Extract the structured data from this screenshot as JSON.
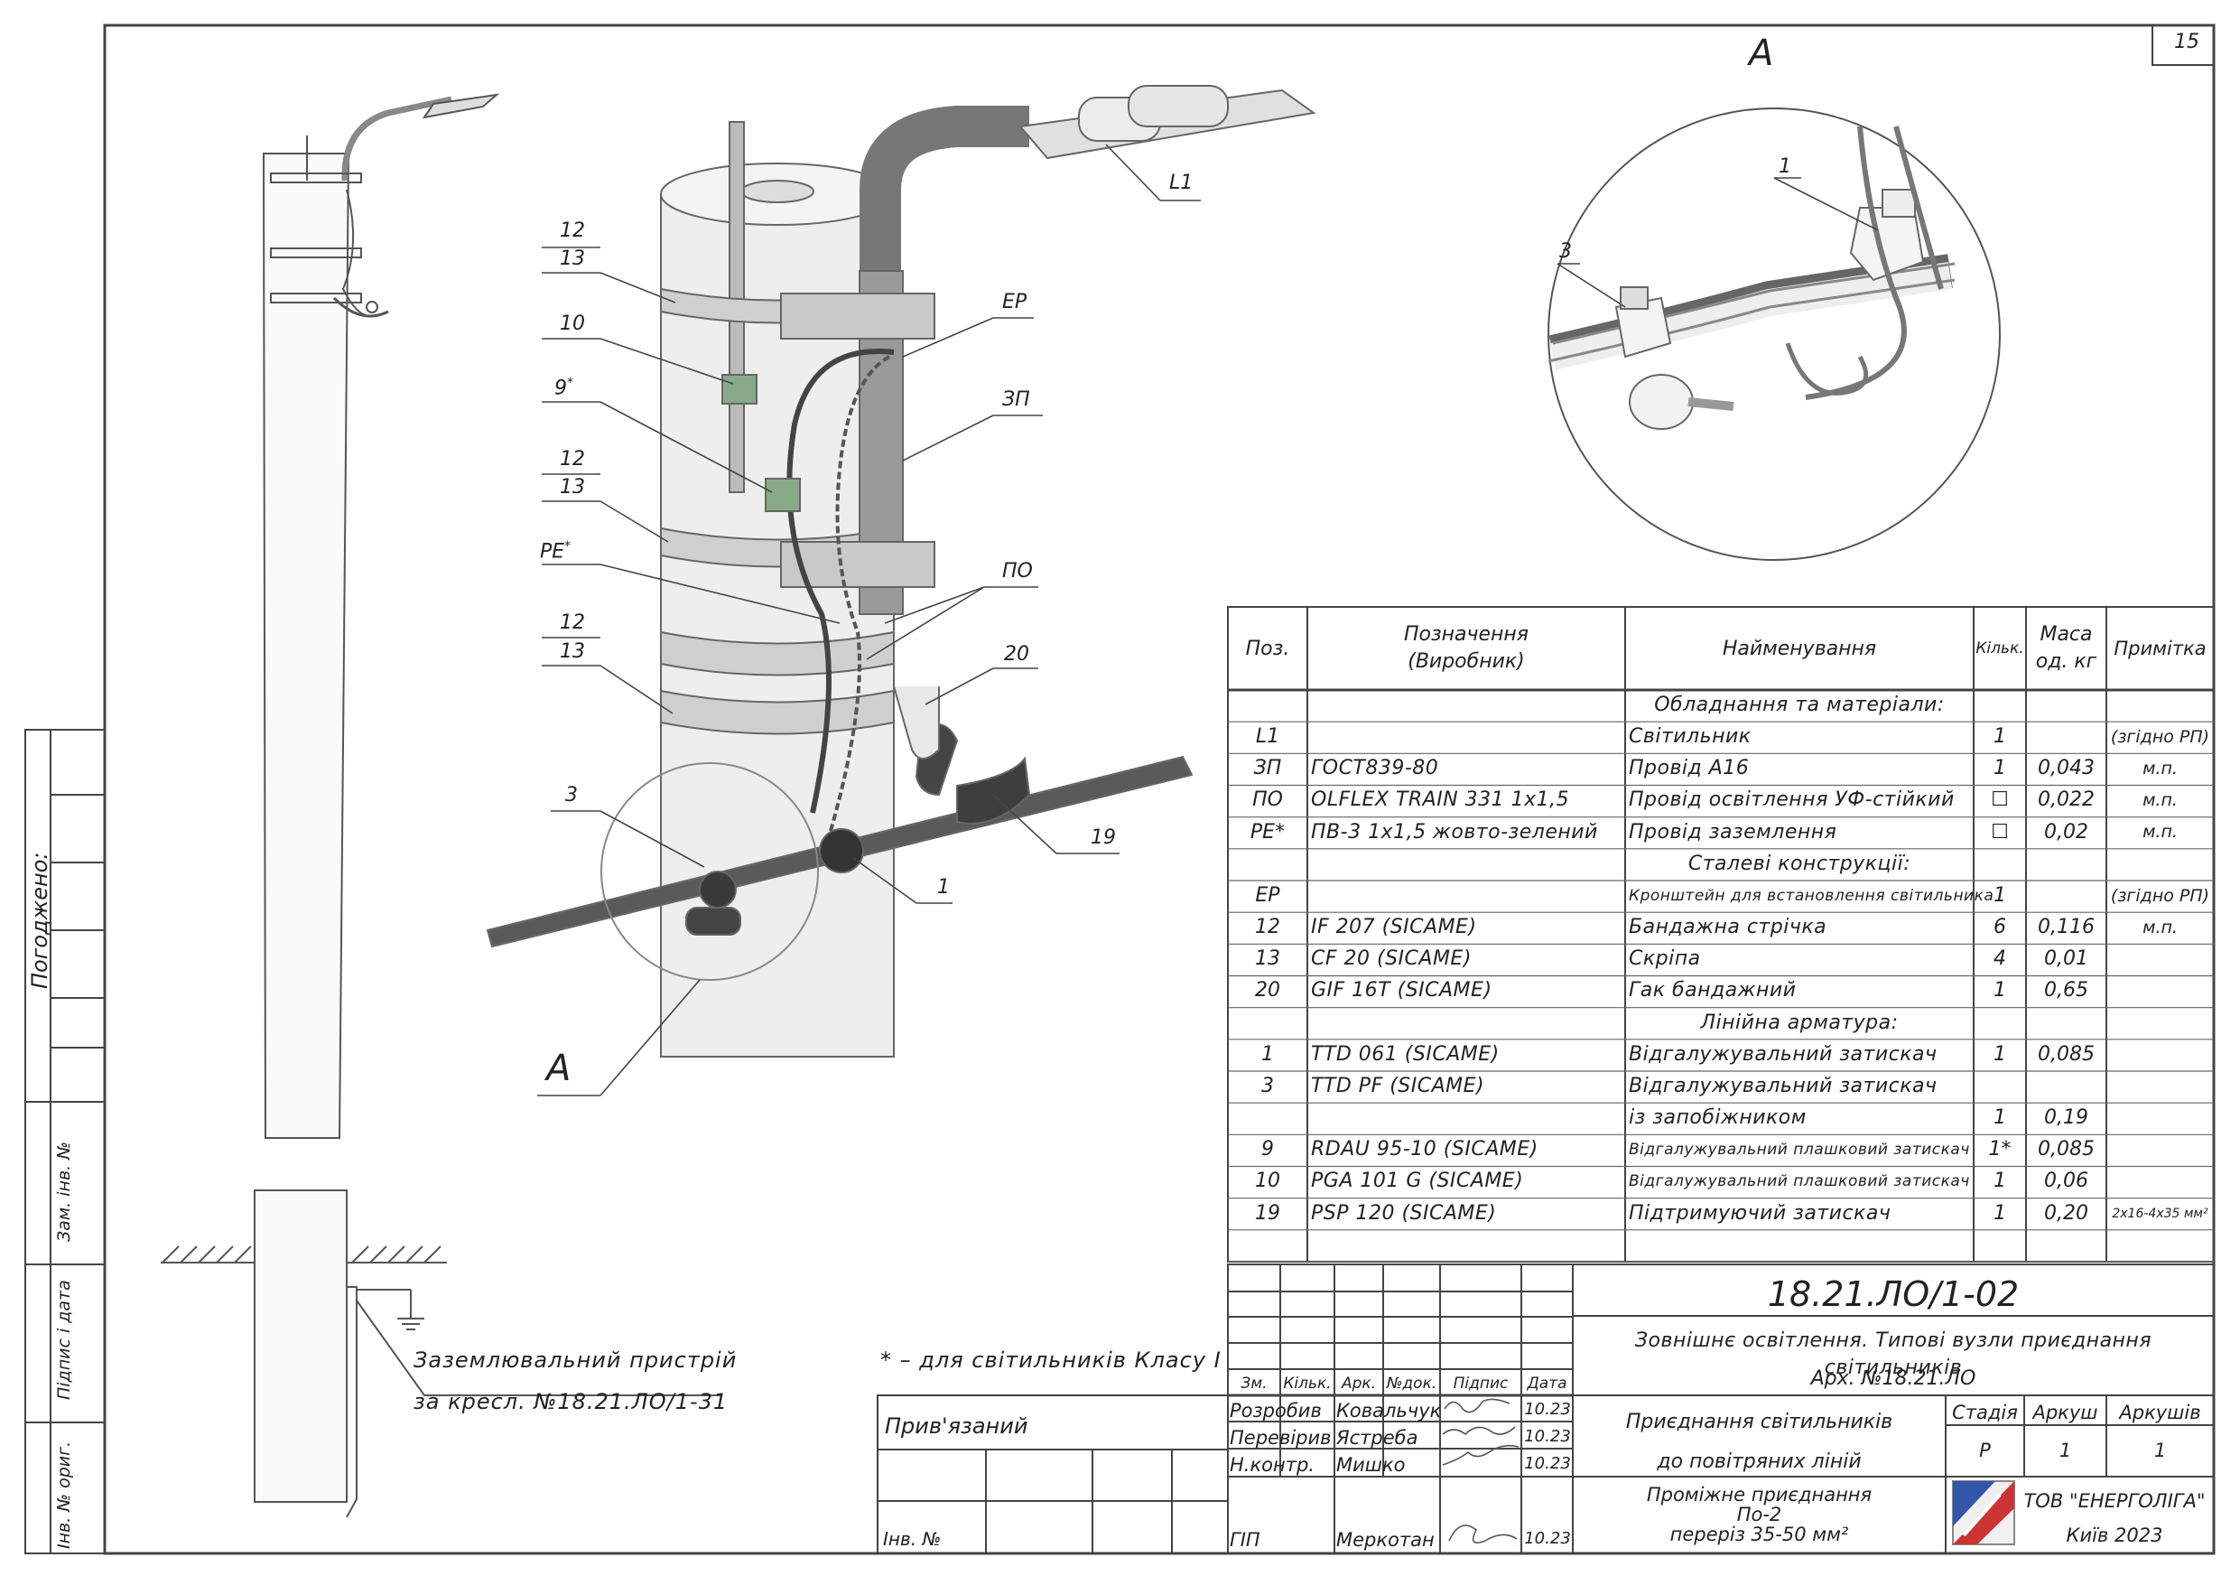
{
  "sheet_number": "15",
  "detail_label": "A",
  "callouts": {
    "l1": "L1",
    "ep": "EP",
    "zp": "ЗП",
    "po": "ПО",
    "c20": "20",
    "c19": "19",
    "c1": "1",
    "c3": "3",
    "c10": "10",
    "c9": "9",
    "pe": "PE",
    "c12a": "12",
    "c13a": "13",
    "c12b": "12",
    "c13b": "13",
    "c12c": "12",
    "c13c": "13",
    "a_label": "A",
    "detail_1": "1",
    "detail_3": "3",
    "star": "*"
  },
  "ground_note": {
    "line1": "Заземлювальний пристрій",
    "line2": "за кресл. №18.21.ЛО/1-31"
  },
  "class_note": "* – для світильників Класу І",
  "side_stamp": {
    "agreed": "Погоджено:",
    "replace": "Зам. інв. №",
    "sign": "Підпис і дата",
    "orig": "Інв. № ориг."
  },
  "spec": {
    "headers": {
      "pos": "Поз.",
      "desig1": "Позначення",
      "desig2": "(Виробник)",
      "name": "Найменування",
      "qty": "Кільк.",
      "mass1": "Маса",
      "mass2": "од. кг",
      "note": "Примітка"
    },
    "rows": [
      {
        "pos": "",
        "desig": "",
        "name": "Обладнання та матеріали:",
        "qty": "",
        "mass": "",
        "note": "",
        "section": true
      },
      {
        "pos": "L1",
        "desig": "",
        "name": "Світильник",
        "qty": "1",
        "mass": "",
        "note": "(згідно РП)"
      },
      {
        "pos": "ЗП",
        "desig": "ГОСТ839-80",
        "name": "Провід А16",
        "qty": "1",
        "mass": "0,043",
        "note": "м.п."
      },
      {
        "pos": "ПО",
        "desig": "OLFLEX TRAIN 331 1x1,5",
        "name": "Провід освітлення УФ-стійкий",
        "qty": "☐",
        "mass": "0,022",
        "note": "м.п."
      },
      {
        "pos": "PE*",
        "desig": "ПВ-3 1х1,5 жовто-зелений",
        "name": "Провід заземлення",
        "qty": "☐",
        "mass": "0,02",
        "note": "м.п."
      },
      {
        "pos": "",
        "desig": "",
        "name": "Сталеві конструкції:",
        "qty": "",
        "mass": "",
        "note": "",
        "section": true
      },
      {
        "pos": "EP",
        "desig": "",
        "name": "Кронштейн для встановлення світильника",
        "qty": "1",
        "mass": "",
        "note": "(згідно РП)",
        "small": true
      },
      {
        "pos": "12",
        "desig": "IF 207   (SICAME)",
        "name": "Бандажна стрічка",
        "qty": "6",
        "mass": "0,116",
        "note": "м.п."
      },
      {
        "pos": "13",
        "desig": "CF 20   (SICAME)",
        "name": "Скріпа",
        "qty": "4",
        "mass": "0,01",
        "note": ""
      },
      {
        "pos": "20",
        "desig": "GIF 16T   (SICAME)",
        "name": "Гак бандажний",
        "qty": "1",
        "mass": "0,65",
        "note": ""
      },
      {
        "pos": "",
        "desig": "",
        "name": "Лінійна арматура:",
        "qty": "",
        "mass": "",
        "note": "",
        "section": true
      },
      {
        "pos": "1",
        "desig": "TTD 061   (SICAME)",
        "name": "Відгалужувальний затискач",
        "qty": "1",
        "mass": "0,085",
        "note": ""
      },
      {
        "pos": "3",
        "desig": "TTD PF   (SICAME)",
        "name": "Відгалужувальний затискач",
        "qty": "",
        "mass": "",
        "note": ""
      },
      {
        "pos": "",
        "desig": "",
        "name": "із запобіжником",
        "qty": "1",
        "mass": "0,19",
        "note": ""
      },
      {
        "pos": "9",
        "desig": "RDAU 95-10   (SICAME)",
        "name": "Відгалужувальний плашковий затискач",
        "qty": "1*",
        "mass": "0,085",
        "note": "",
        "small": true
      },
      {
        "pos": "10",
        "desig": "PGA 101 G   (SICAME)",
        "name": "Відгалужувальний плашковий затискач",
        "qty": "1",
        "mass": "0,06",
        "note": "",
        "small": true
      },
      {
        "pos": "19",
        "desig": "PSP 120   (SICAME)",
        "name": "Підтримуючий затискач",
        "qty": "1",
        "mass": "0,20",
        "note": "2х16-4х35 мм²",
        "small_note": true
      }
    ]
  },
  "title_block": {
    "code": "18.21.ЛО/1-02",
    "project": "Зовнішнє освітлення. Типові вузли приєднання світильників",
    "archive": "Арх. №18.21.ЛО",
    "col_headers": [
      "Зм.",
      "Кільк.",
      "Арк.",
      "№док.",
      "Підпис",
      "Дата"
    ],
    "people": [
      {
        "role": "Розробив",
        "name": "Ковальчук",
        "date": "10.23"
      },
      {
        "role": "Перевірив",
        "name": "Ястреба",
        "date": "10.23"
      },
      {
        "role": "Н.контр.",
        "name": "Мишко",
        "date": "10.23"
      },
      {
        "role": "ГІП",
        "name": "Меркотан",
        "date": "10.23"
      }
    ],
    "bound": "Прив'язаний",
    "inv": "Інв. №",
    "doc_name1": "Приєднання світильників",
    "doc_name2": "до повітряних ліній",
    "stage_h": "Стадія",
    "sheet_h": "Аркуш",
    "sheets_h": "Аркушів",
    "stage": "Р",
    "sheet": "1",
    "sheets": "1",
    "sub1": "Проміжне приєднання",
    "sub2": "По-2",
    "sub3": "переріз 35-50 мм²",
    "org": "ТОВ \"ЕНЕРГОЛІГА\"",
    "city": "Київ 2023"
  }
}
